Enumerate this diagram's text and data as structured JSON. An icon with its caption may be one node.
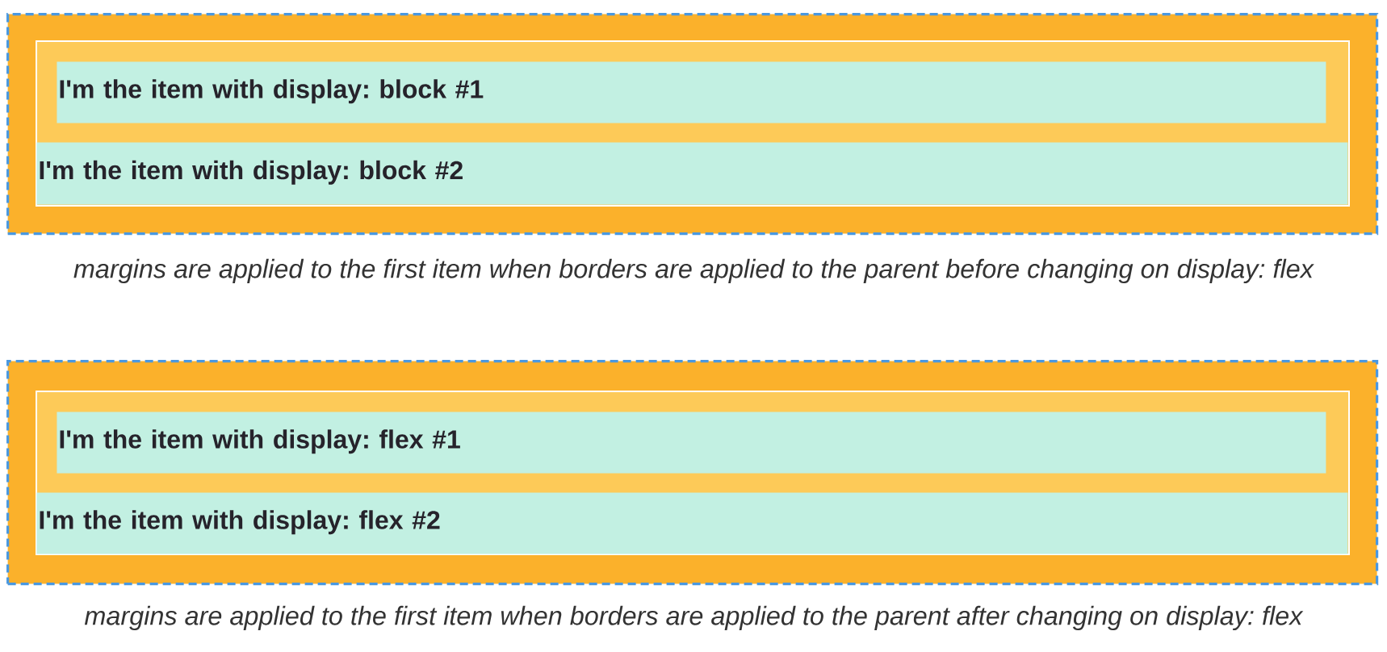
{
  "diagram": {
    "nodes": [
      {
        "text": [],
        "shape": "box"
      },
      {
        "text": [],
        "shape": "box",
        "in": 0
      },
      {
        "text": [
          "I'm the item with display: block #1"
        ],
        "in": 1
      },
      {
        "text": [
          "I'm the item with display: block #2"
        ],
        "in": 1
      },
      {
        "text": [],
        "shape": "box"
      },
      {
        "text": [],
        "shape": "box",
        "in": 4
      },
      {
        "text": [
          "I'm the item with display: flex #1"
        ],
        "in": 5
      },
      {
        "text": [
          "I'm the item with display: flex #2"
        ],
        "in": 5
      }
    ],
    "labels": [
      "margins are applied to the first item when borders are applied to the parent before changing on display: flex",
      "margins are applied to the first item when borders are applied to the parent after changing on display: flex"
    ]
  }
}
